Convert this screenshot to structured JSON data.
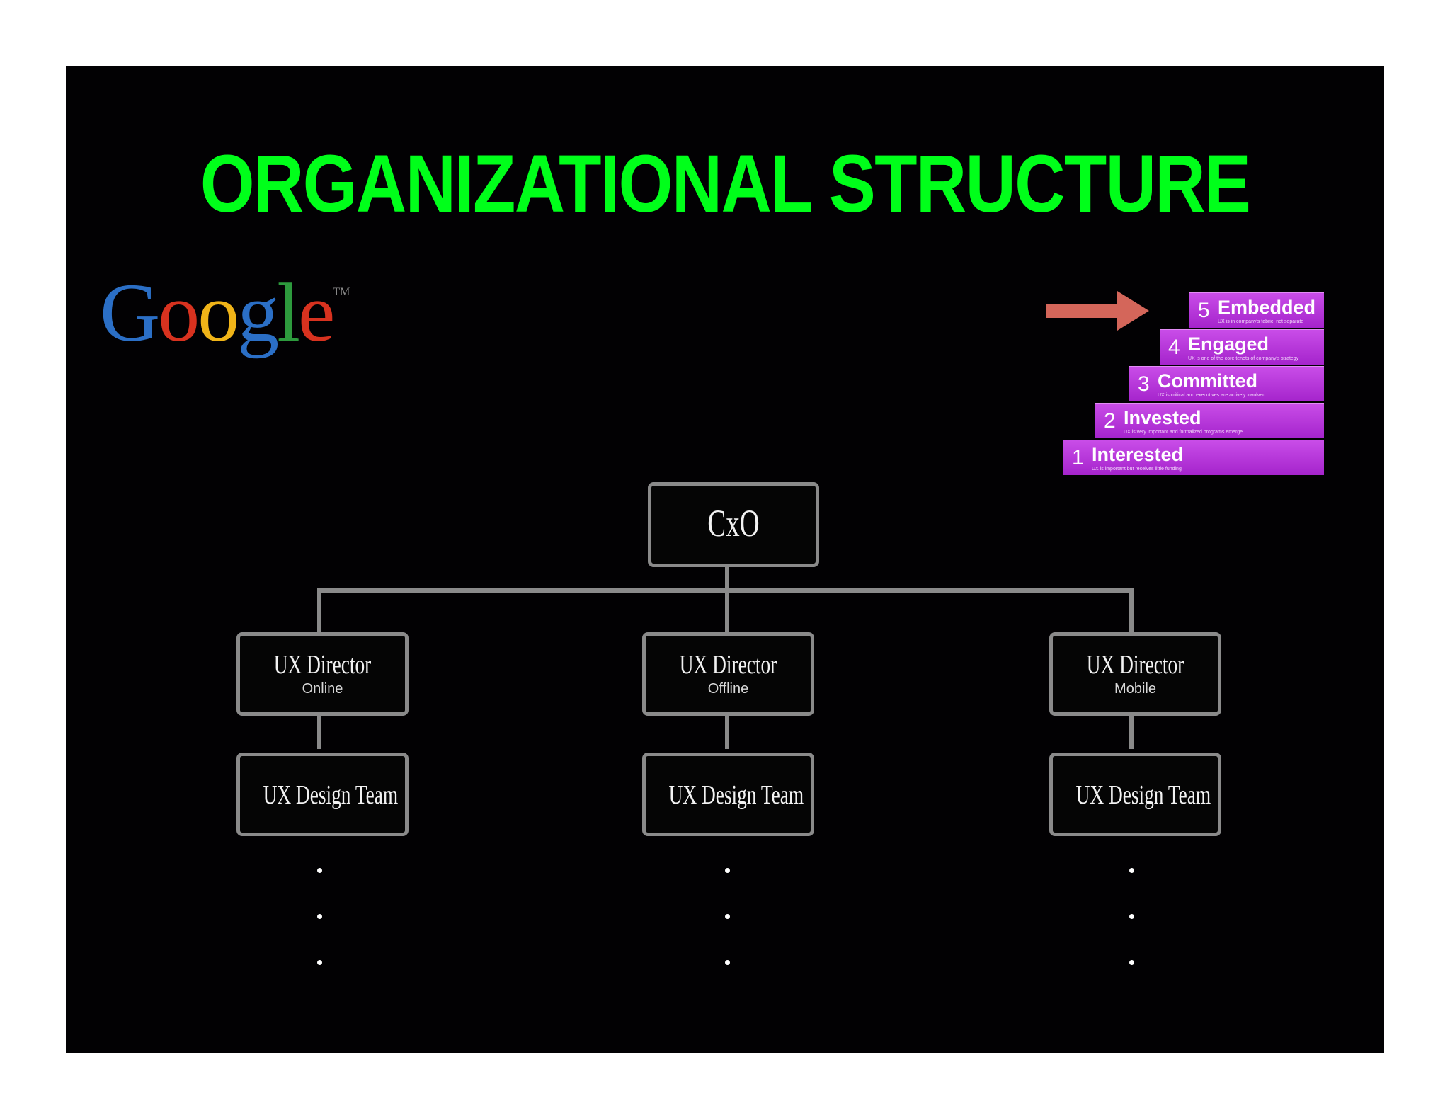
{
  "title": "ORGANIZATIONAL STRUCTURE",
  "logo": {
    "letters": [
      "G",
      "o",
      "o",
      "g",
      "l",
      "e"
    ],
    "colors": [
      "#2b6fc6",
      "#d8321f",
      "#f0b418",
      "#2b6fc6",
      "#2d9a3d",
      "#d8321f"
    ],
    "tm": "TM"
  },
  "arrow_color": "#d4665a",
  "maturity": [
    {
      "num": "5",
      "label": "Embedded",
      "sub": "UX is in company's fabric; not separate"
    },
    {
      "num": "4",
      "label": "Engaged",
      "sub": "UX is one of the core tenets of company's strategy"
    },
    {
      "num": "3",
      "label": "Committed",
      "sub": "UX is critical and executives are actively involved"
    },
    {
      "num": "2",
      "label": "Invested",
      "sub": "UX is very important and formalized programs emerge"
    },
    {
      "num": "1",
      "label": "Interested",
      "sub": "UX is important but receives little funding"
    }
  ],
  "org": {
    "root": "CxO",
    "directors": [
      {
        "title": "UX Director",
        "sub": "Online",
        "team": "UX Design Team"
      },
      {
        "title": "UX Director",
        "sub": "Offline",
        "team": "UX Design Team"
      },
      {
        "title": "UX Director",
        "sub": "Mobile",
        "team": "UX Design Team"
      }
    ]
  }
}
